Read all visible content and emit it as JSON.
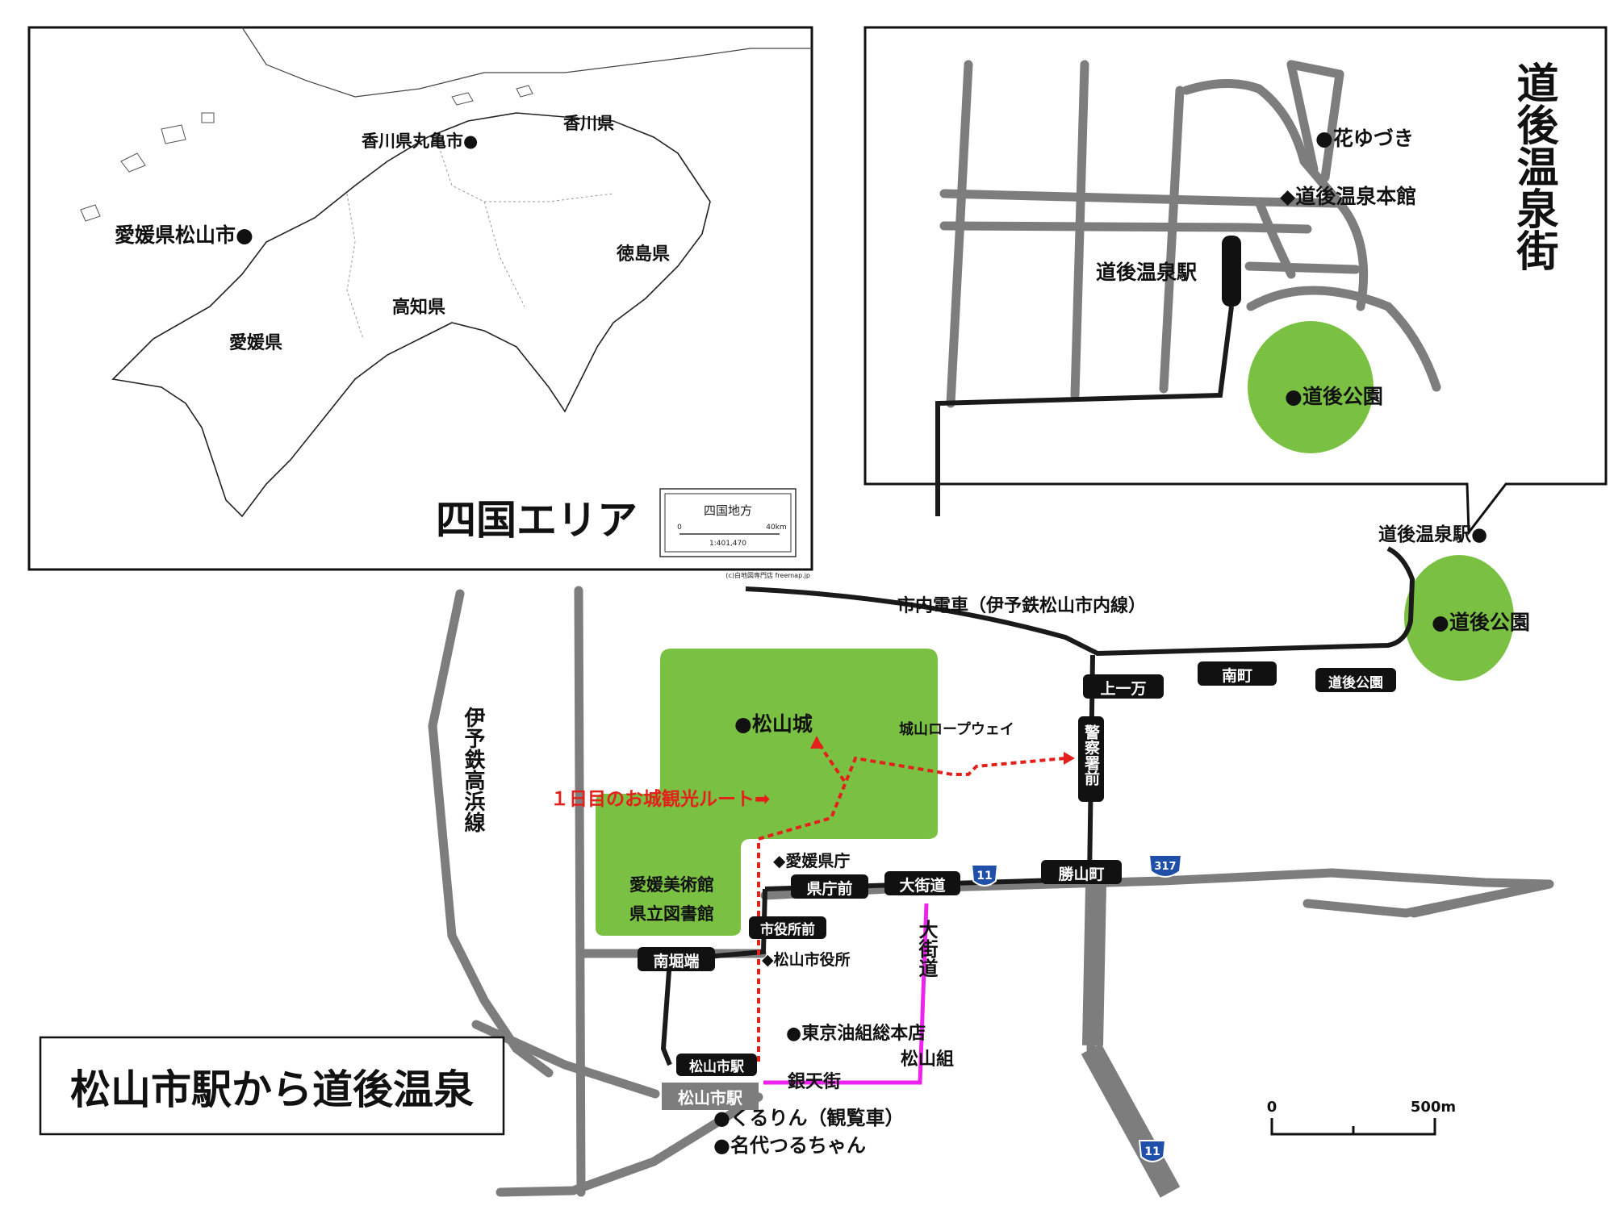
{
  "title": "松山市駅から道後温泉",
  "shikoku_inset": {
    "heading": "四国エリア",
    "labels": {
      "marugame": "香川県丸亀市●",
      "kagawa": "香川県",
      "matsuyama": "愛媛県松山市●",
      "tokushima": "徳島県",
      "kochi": "高知県",
      "ehime": "愛媛県"
    },
    "scale_box": {
      "title": "四国地方",
      "zero": "0",
      "max": "40km",
      "ratio": "1:401,470"
    },
    "credit": "(c)白地図専門店 freemap.jp"
  },
  "dogo_inset": {
    "heading": "道後温泉街",
    "labels": {
      "hanayuzuki": "●花ゆづき",
      "honkan": "◆道後温泉本館",
      "station": "道後温泉駅",
      "park": "●道後公園"
    }
  },
  "main_map": {
    "labels": {
      "dogo_station": "道後温泉駅●",
      "dogo_park": "●道後公園",
      "tram_line": "市内電車（伊予鉄松山市内線）",
      "iyo_line": "伊予鉄高浜線",
      "castle": "●松山城",
      "ropeway": "城山ロープウェイ",
      "route_note": "１日目のお城観光ルート➡",
      "pref_office": "◆愛媛県庁",
      "museum": "愛媛美術館",
      "library": "県立図書館",
      "city_hall": "◆松山市役所",
      "abura": "●東京油組総本店",
      "abura2": "松山組",
      "ginten": "銀天街",
      "okaido_vert": "大街道",
      "kururin": "●くるりん（観覧車）",
      "tsuru": "●名代つるちゃん"
    },
    "stops": {
      "kamiichiman": "上一万",
      "minamimachi": "南町",
      "dogokoen": "道後公園",
      "keisatsu": "警察署前",
      "katsuyama": "勝山町",
      "okaido": "大街道",
      "kenchomae": "県庁前",
      "shiyakusho": "市役所前",
      "minamihoribata": "南堀端",
      "shieki_tram": "松山市駅",
      "shieki_rail": "松山市駅"
    },
    "routes": {
      "r11a": "11",
      "r317": "317",
      "r11b": "11"
    },
    "scale": {
      "zero": "0",
      "max": "500m"
    }
  },
  "colors": {
    "green": "#7ac143",
    "road": "#7d7d7d",
    "tram": "#1a1a1a",
    "walk_route": "#e3201b",
    "shopping": "#ee22ee",
    "route_badge": "#1f4fa8"
  }
}
